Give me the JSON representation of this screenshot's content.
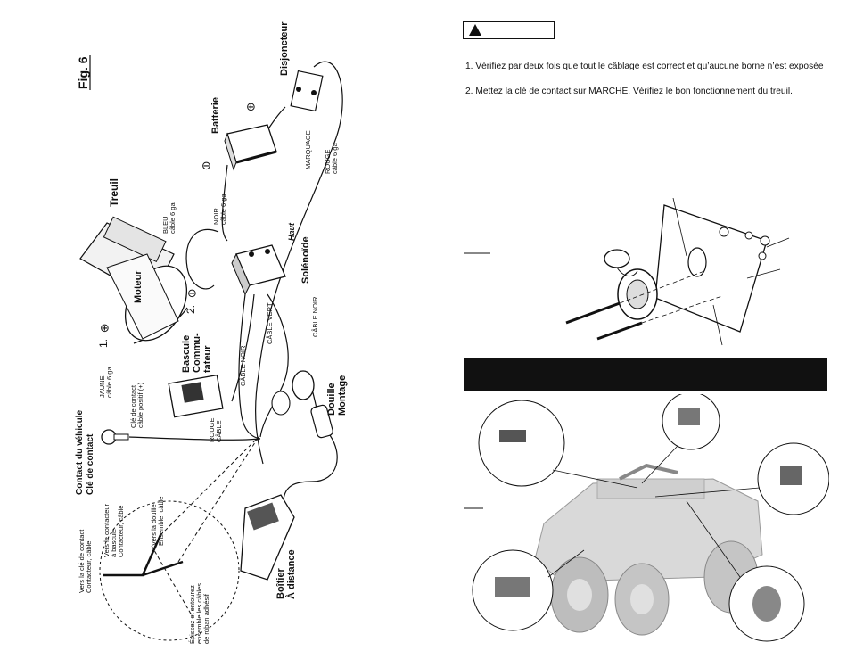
{
  "left_page": {
    "figure_label": "Fig. 6",
    "labels": {
      "disjoncteur": "Disjoncteur",
      "batterie": "Batterie",
      "treuil": "Treuil",
      "moteur": "Moteur",
      "solenoide": "Solénoïde",
      "bascule": [
        "Bascule",
        "Commu-",
        "tateur"
      ],
      "douille": [
        "Douille",
        "Montage"
      ],
      "boitier": [
        "Boîtier",
        "À distance"
      ],
      "contact": [
        "Contact du véhicule",
        "Clé de contact"
      ],
      "bleu": [
        "BLEU",
        "câble 6 ga"
      ],
      "noir": [
        "NOIR",
        "câble 6 ga"
      ],
      "rouge": [
        "ROUGE",
        "câble 6 ga"
      ],
      "jaune": [
        "JAUNE",
        "câble 6 ga"
      ],
      "marquage": "MARQUAGE",
      "haut": "Haut",
      "cable_vert": "CÂBLE VERT",
      "cable_noir_1": "CÂBLE NOIR",
      "cable_noir_2": "CÂBLE NOIR",
      "rouge_cable": [
        "ROUGE",
        "CÂBLE"
      ],
      "cle_positif": [
        "Clé de contact",
        "câble positif (+)"
      ],
      "vers_cle": [
        "Vers la clé de contact",
        "Contacteur, câble"
      ],
      "vers_contacteur": [
        "Vers le contacteur",
        "à bascule",
        "Contacteur, câble"
      ],
      "vers_douille": [
        "Vers la douille",
        "Ensemble, câble"
      ],
      "episser": [
        "Épissez et entourez",
        "ensemble les câbles",
        "de ruban adhésif"
      ],
      "num1": "1.",
      "num2": "2.",
      "plus": "⊕",
      "minus": "⊖"
    }
  },
  "right_page": {
    "steps": [
      "1. Vérifiez par deux fois que tout le câblage est correct et qu’aucune borne n’est exposée",
      "2. Mettez la clé de contact sur MARCHE. Vérifiez le bon fonctionnement du treuil."
    ]
  }
}
